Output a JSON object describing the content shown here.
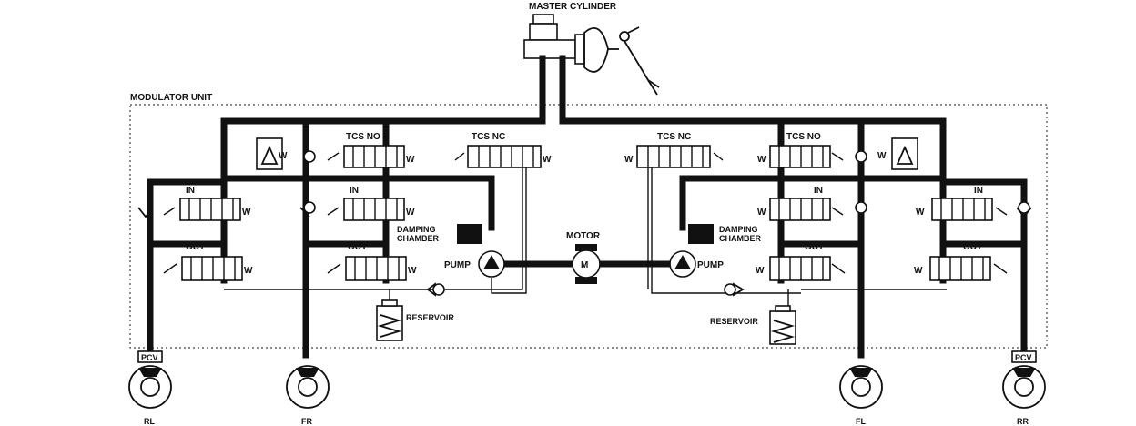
{
  "labels": {
    "master_cylinder": "MASTER CYLINDER",
    "modulator_unit": "MODULATOR UNIT",
    "motor": "MOTOR",
    "motor_symbol": "M",
    "pump": "PUMP",
    "damping_chamber_1": "DAMPING",
    "damping_chamber_2": "CHAMBER",
    "reservoir": "RESERVOIR",
    "tcs_no": "TCS NO",
    "tcs_nc": "TCS NC",
    "valve_in": "IN",
    "valve_out": "OUT",
    "pcv": "PCV"
  },
  "wheels": {
    "rl": "RL",
    "fr": "FR",
    "fl": "FL",
    "rr": "RR"
  }
}
